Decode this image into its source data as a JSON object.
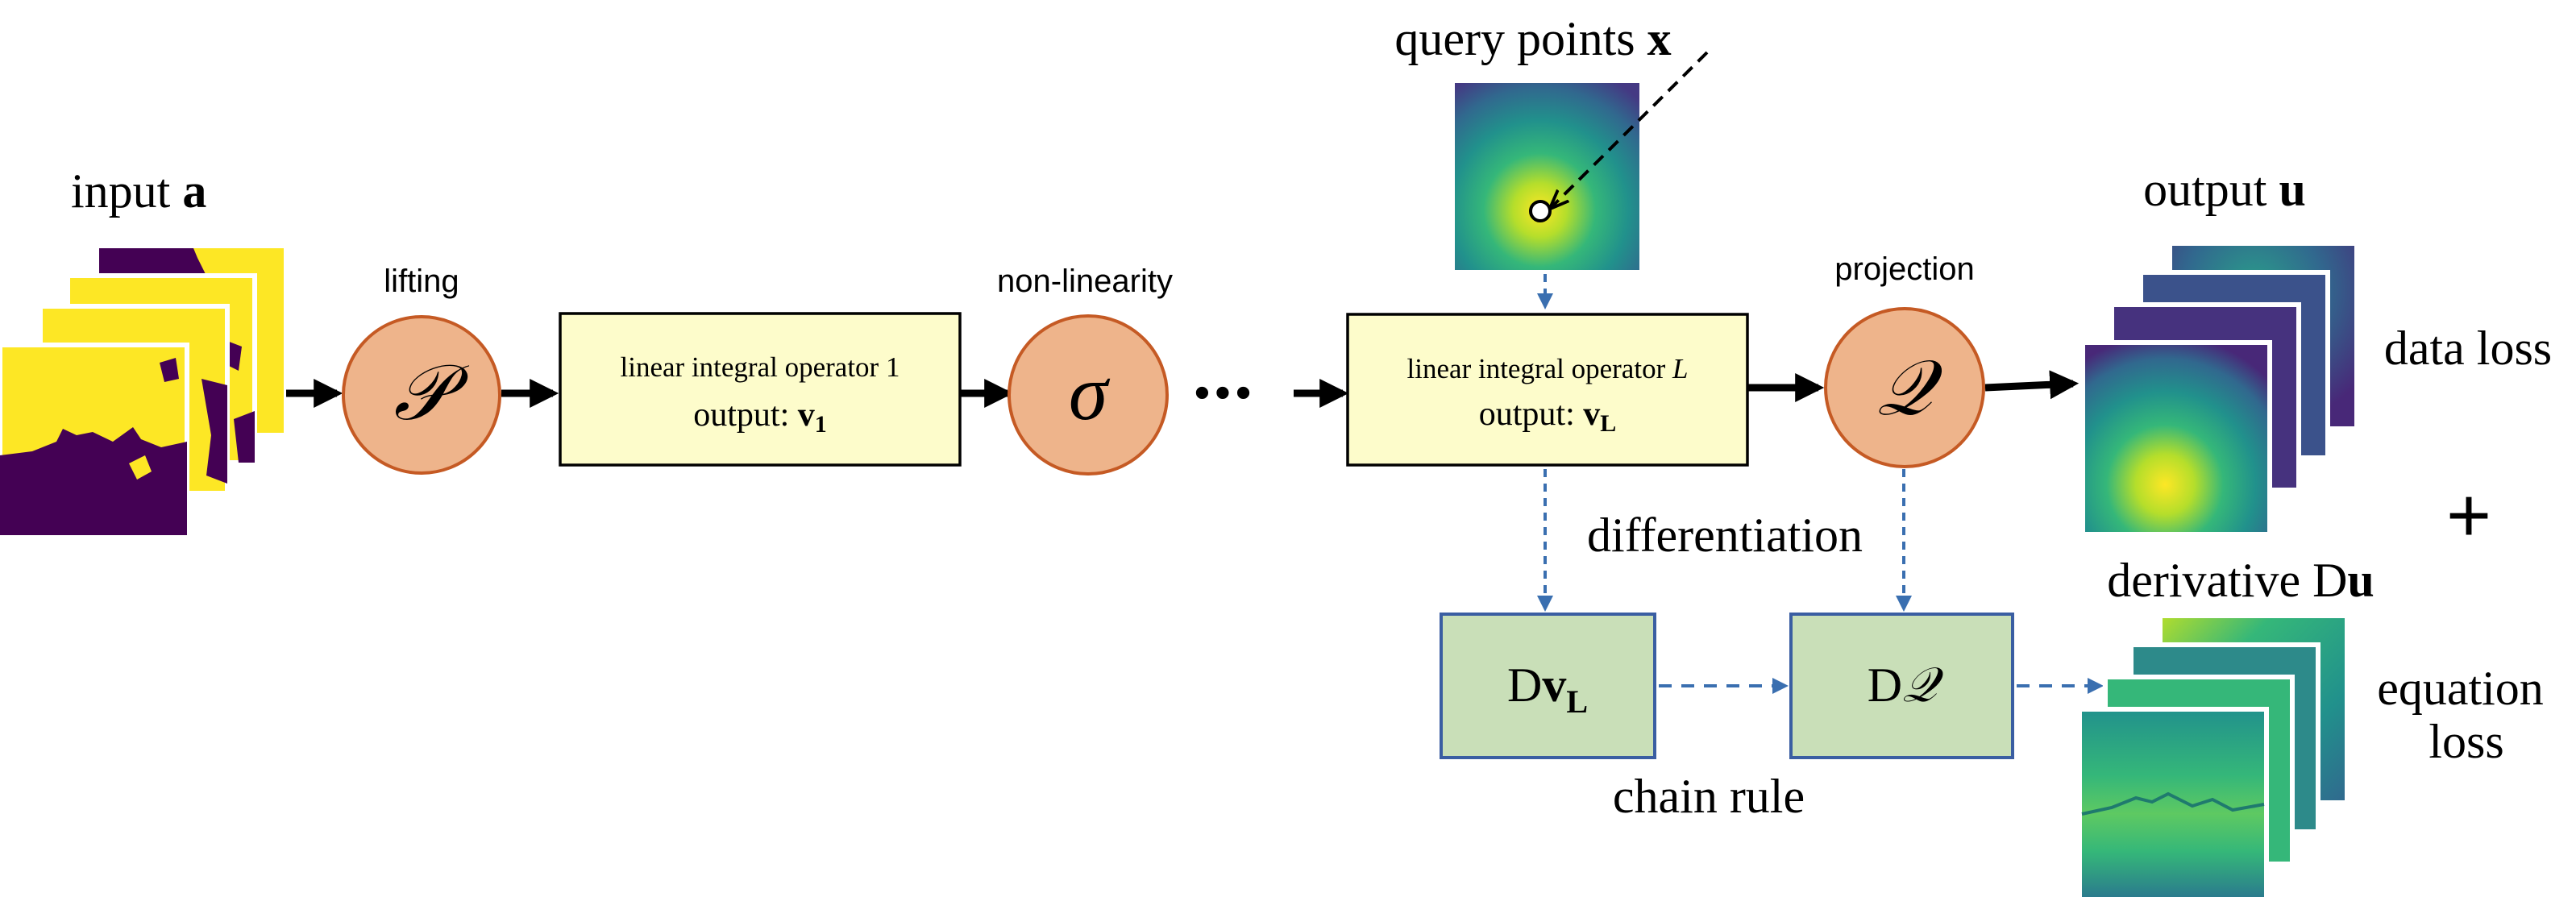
{
  "labels": {
    "input_prefix": "input ",
    "input_var": "a",
    "lifting": "lifting",
    "nonlinearity": "non-linearity",
    "projection": "projection",
    "query_prefix": "query points ",
    "query_var": "x",
    "output_prefix": "output ",
    "output_var": "u",
    "data_loss": "data loss",
    "plus": "+",
    "derivative_prefix": "derivative D",
    "derivative_var": "u",
    "equation": "equation",
    "loss": "loss",
    "differentiation": "differentiation",
    "chain_rule": "chain rule",
    "ellipsis": "•••"
  },
  "operators": {
    "lifting_symbol": "𝒫",
    "sigma_symbol": "σ",
    "projection_symbol": "𝒬"
  },
  "blocks": {
    "op1_title": "linear integral operator 1",
    "op1_output_prefix": "output: ",
    "op1_output_var": "v",
    "op1_output_sub": "1",
    "opL_title_prefix": "linear integral operator ",
    "opL_title_var": "L",
    "opL_output_prefix": "output: ",
    "opL_output_var": "v",
    "opL_output_sub": "L",
    "dv_prefix": "D",
    "dv_var": "v",
    "dv_sub": "L",
    "dq_prefix": "D",
    "dq_var": "𝒬"
  },
  "colors": {
    "circle_fill": "#eeb48b",
    "circle_stroke": "#c55a24",
    "yellow_block": "#fdfccb",
    "green_block": "#c9dfb8",
    "green_stroke": "#3a5ea2",
    "dashed_blue": "#3a6fb0",
    "viridis_dark": "#440154",
    "viridis_yellow": "#fde725"
  }
}
